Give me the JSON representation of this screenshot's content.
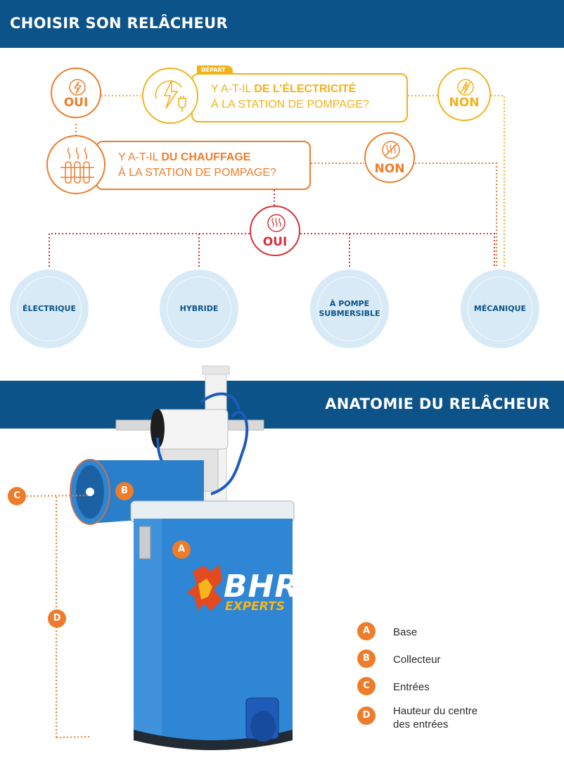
{
  "header_top": {
    "title": "CHOISIR SON RELÂCHEUR"
  },
  "flow": {
    "start_tag": "DÉPART",
    "q1": {
      "prefix": "Y A-T-IL ",
      "bold": "DE L’ÉLECTRICITÉ",
      "line2": "À LA STATION DE POMPAGE?"
    },
    "q2": {
      "prefix": "Y A-T-IL ",
      "bold": "DU CHAUFFAGE",
      "line2": "À LA STATION DE POMPAGE?"
    },
    "oui1": "OUI",
    "non1": "NON",
    "non2": "NON",
    "oui2": "OUI",
    "colors": {
      "yellow": "#f3b21b",
      "orange": "#ee7d2b",
      "red": "#d8313a",
      "blue": "#0c5389",
      "light_blue": "#d7eaf6"
    }
  },
  "types": [
    {
      "label": "ÉLECTRIQUE"
    },
    {
      "label": "HYBRIDE"
    },
    {
      "line1": "À POMPE",
      "line2": "SUBMERSIBLE"
    },
    {
      "label": "MÉCANIQUE"
    }
  ],
  "header_bottom": {
    "title": "ANATOMIE DU RELÂCHEUR"
  },
  "product": {
    "brand": "BHR",
    "brand_sub": "EXPERTS"
  },
  "anatomy_badges": {
    "a": "A",
    "b": "B",
    "c": "C",
    "d": "D"
  },
  "legend": [
    {
      "letter": "A",
      "text": "Base"
    },
    {
      "letter": "B",
      "text": "Collecteur"
    },
    {
      "letter": "C",
      "text": "Entrées"
    },
    {
      "letter": "D",
      "line1": "Hauteur du centre",
      "line2": "des entrées"
    }
  ]
}
